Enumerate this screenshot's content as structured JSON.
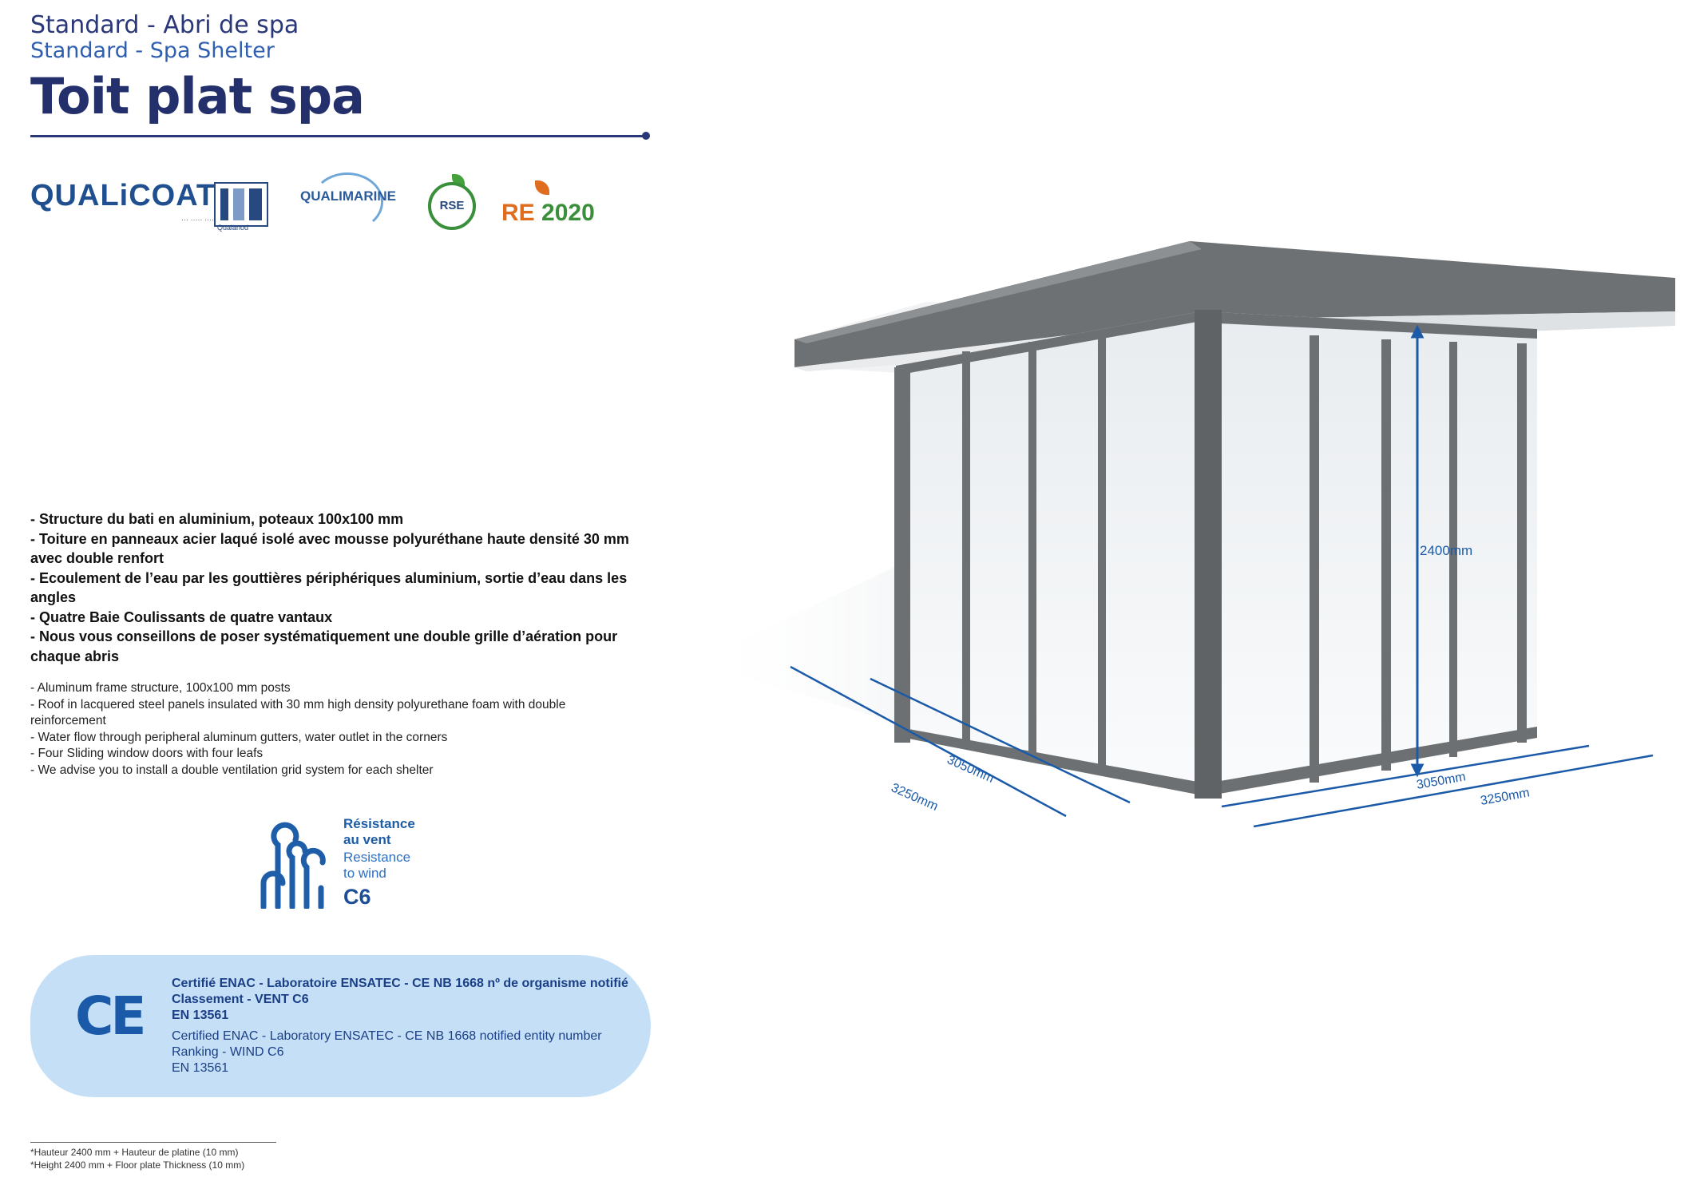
{
  "header": {
    "subtitle_fr": "Standard - Abri de spa",
    "subtitle_en": "Standard - Spa Shelter",
    "title": "Toit plat spa"
  },
  "logos": {
    "qualicoat": "QUALiCOAT",
    "qualanod_caption": "Qualanod",
    "qualimarine": "QUALIMARINE",
    "rse": "RSE",
    "re2020_re": "RE",
    "re2020_year": "2020"
  },
  "features_fr": [
    "- Structure du bati en aluminium, poteaux 100x100 mm",
    "- Toiture en panneaux acier laqué isolé avec mousse polyuréthane haute densité 30 mm avec double renfort",
    "- Ecoulement de l’eau par les gouttières périphériques aluminium, sortie d’eau dans les angles",
    "- Quatre Baie Coulissants de quatre vantaux",
    "- Nous vous conseillons de poser systématiquement une double grille d’aération pour chaque abris"
  ],
  "features_en": [
    "- Aluminum frame structure, 100x100 mm posts",
    "- Roof in lacquered steel panels insulated with 30 mm high density polyurethane foam with double reinforcement",
    "- Water flow through peripheral aluminum gutters, water outlet in the corners",
    "- Four Sliding window doors with four leafs",
    "- We advise you to install a double ventilation grid system for each shelter"
  ],
  "wind": {
    "label_fr_1": "Résistance",
    "label_fr_2": "au vent",
    "label_en_1": "Resistance",
    "label_en_2": "to wind",
    "class": "C6"
  },
  "certification": {
    "mark": "CE",
    "fr_line1": "Certifié ENAC - Laboratoire ENSATEC - CE NB 1668 nº de organisme notifié",
    "fr_line2": "Classement - VENT C6",
    "fr_line3": "EN 13561",
    "en_line1": "Certified ENAC - Laboratory ENSATEC - CE NB 1668 notified entity number",
    "en_line2": "Ranking - WIND C6",
    "en_line3": "EN 13561"
  },
  "footnote": {
    "fr": "*Hauteur 2400 mm + Hauteur de platine (10 mm)",
    "en": "*Height 2400 mm + Floor plate Thickness (10 mm)"
  },
  "dimensions": {
    "height": "2400mm",
    "left_outer": "3250mm",
    "left_inner": "3050mm",
    "right_inner": "3050mm",
    "right_outer": "3250mm"
  },
  "colors": {
    "navy": "#23306b",
    "frame_gray": "#6c7072",
    "dim_blue": "#1b5aa8",
    "ce_panel": "#c5e0f6"
  }
}
